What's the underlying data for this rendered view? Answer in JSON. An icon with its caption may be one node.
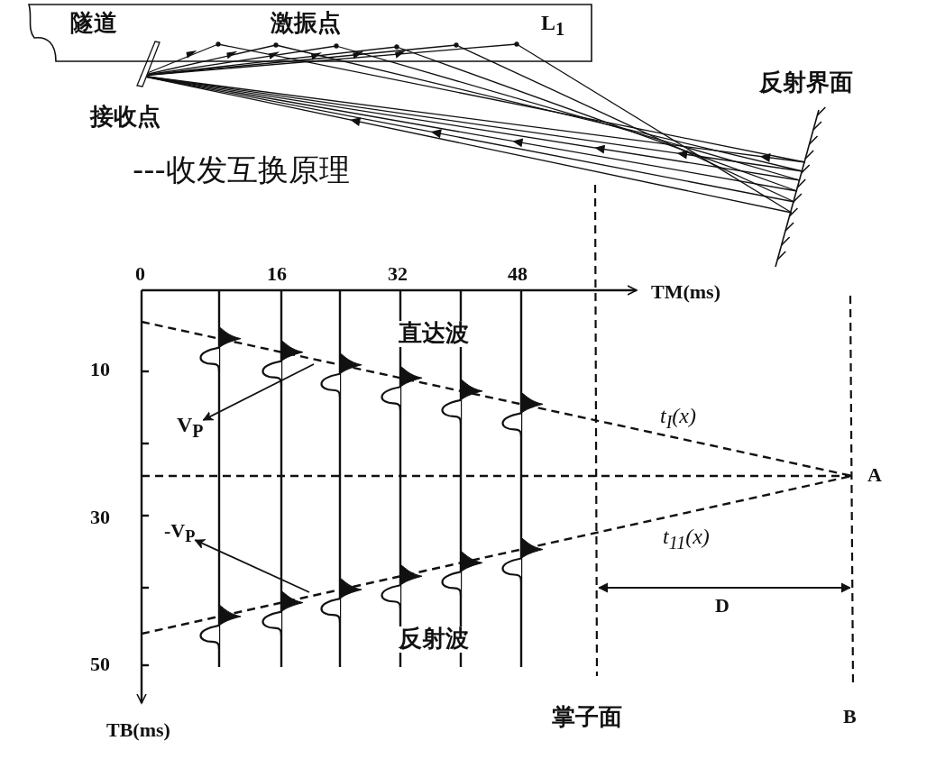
{
  "diagram": {
    "nodes": [
      {
        "text": [
          "隧道",
          "激振点",
          "L$_{1}$"
        ]
      },
      {
        "text": [
          "V$_{P}$"
        ]
      },
      {
        "text": [
          "-V$_{P}$"
        ]
      }
    ],
    "edges": [
      {
        "from": null,
        "to": 1,
        "arrow": "to"
      },
      {
        "from": null,
        "to": 2,
        "arrow": "to"
      }
    ],
    "labels": [
      "接收点",
      "反射界面",
      "---收发互换原理",
      "0",
      "16",
      "32",
      "48",
      "TM(ms)",
      "直达波",
      "10",
      "t$_{I}$(x)",
      "A",
      "30",
      "t$_{11}$(x)",
      "D",
      "50",
      "反射波",
      "TB(ms)",
      "掌子面",
      "B"
    ]
  }
}
